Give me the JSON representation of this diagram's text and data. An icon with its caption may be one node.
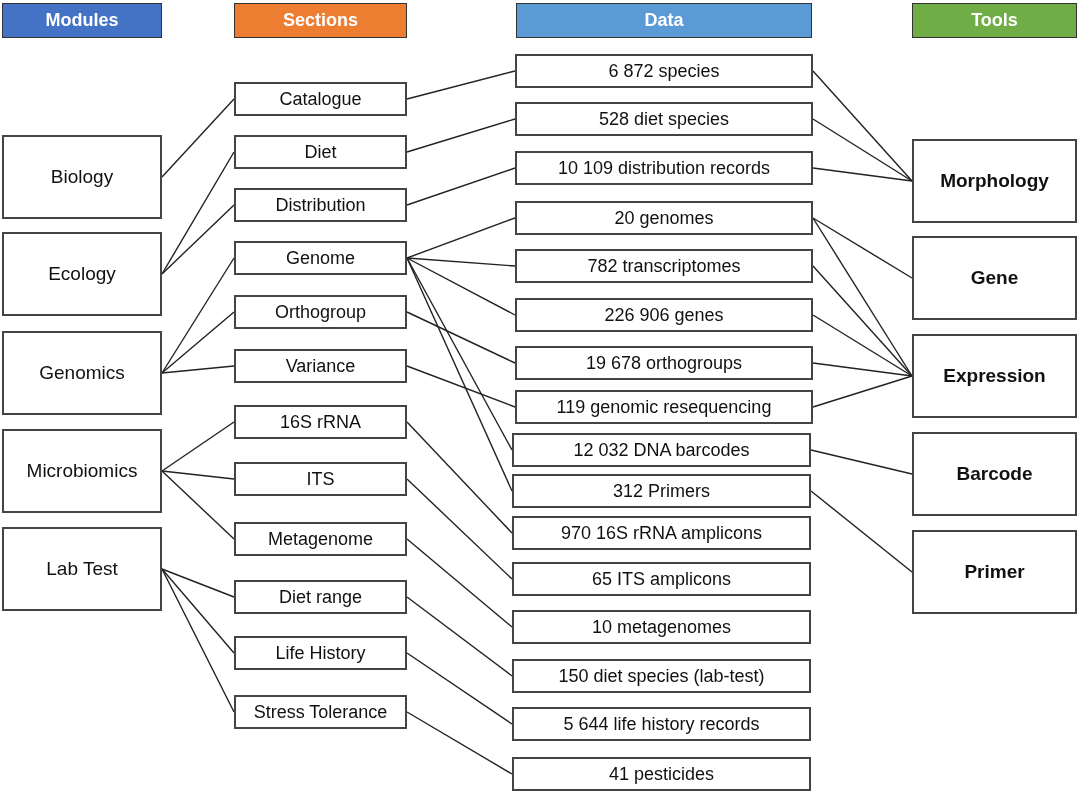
{
  "diagram": {
    "nodes": [
      {
        "text": [
          "Modules"
        ]
      },
      {
        "text": [
          "Sections"
        ]
      },
      {
        "text": [
          "Data"
        ]
      },
      {
        "text": [
          "Tools"
        ]
      },
      {
        "text": [
          "Biology"
        ]
      },
      {
        "text": [
          "Ecology"
        ]
      },
      {
        "text": [
          "Genomics"
        ]
      },
      {
        "text": [
          "Microbiomics"
        ]
      },
      {
        "text": [
          "Lab Test"
        ]
      },
      {
        "text": [
          "Catalogue"
        ]
      },
      {
        "text": [
          "Diet"
        ]
      },
      {
        "text": [
          "Distribution"
        ]
      },
      {
        "text": [
          "Genome"
        ]
      },
      {
        "text": [
          "Orthogroup"
        ]
      },
      {
        "text": [
          "Variance"
        ]
      },
      {
        "text": [
          "16S rRNA"
        ]
      },
      {
        "text": [
          "ITS"
        ]
      },
      {
        "text": [
          "Metagenome"
        ]
      },
      {
        "text": [
          "Diet range"
        ]
      },
      {
        "text": [
          "Life History"
        ]
      },
      {
        "text": [
          "Stress Tolerance"
        ]
      },
      {
        "text": [
          "6 872 species"
        ]
      },
      {
        "text": [
          "528 diet species"
        ]
      },
      {
        "text": [
          "10 109 distribution records"
        ]
      },
      {
        "text": [
          "20 genomes"
        ]
      },
      {
        "text": [
          "782 transcriptomes"
        ]
      },
      {
        "text": [
          "226 906 genes"
        ]
      },
      {
        "text": [
          "19 678 orthogroups"
        ]
      },
      {
        "text": [
          "119 genomic resequencing"
        ]
      },
      {
        "text": [
          "12 032 DNA barcodes"
        ]
      },
      {
        "text": [
          "312 Primers"
        ]
      },
      {
        "text": [
          "970 16S rRNA amplicons"
        ]
      },
      {
        "text": [
          "65 ITS amplicons"
        ]
      },
      {
        "text": [
          "10 metagenomes"
        ]
      },
      {
        "text": [
          "150 diet species (lab-test)"
        ]
      },
      {
        "text": [
          "5 644 life history records"
        ]
      },
      {
        "text": [
          "41 pesticides"
        ]
      },
      {
        "text": [
          "Morphology"
        ]
      },
      {
        "text": [
          "Gene"
        ]
      },
      {
        "text": [
          "Expression"
        ]
      },
      {
        "text": [
          "Barcode"
        ]
      },
      {
        "text": [
          "Primer"
        ]
      }
    ],
    "edges": [
      {
        "from": 4,
        "to": 9,
        "arrow": "none"
      },
      {
        "from": 5,
        "to": 10,
        "arrow": "none"
      },
      {
        "from": 5,
        "to": 11,
        "arrow": "none"
      },
      {
        "from": 6,
        "to": 12,
        "arrow": "none"
      },
      {
        "from": 6,
        "to": 13,
        "arrow": "none"
      },
      {
        "from": 6,
        "to": 14,
        "arrow": "none"
      },
      {
        "from": 7,
        "to": 15,
        "arrow": "none"
      },
      {
        "from": 7,
        "to": 16,
        "arrow": "none"
      },
      {
        "from": 7,
        "to": 17,
        "arrow": "none"
      },
      {
        "from": 8,
        "to": 18,
        "arrow": "none"
      },
      {
        "from": 8,
        "to": 19,
        "arrow": "none"
      },
      {
        "from": 8,
        "to": 20,
        "arrow": "none"
      },
      {
        "from": 9,
        "to": 21,
        "arrow": "none"
      },
      {
        "from": 10,
        "to": 22,
        "arrow": "none"
      },
      {
        "from": 11,
        "to": 23,
        "arrow": "none"
      },
      {
        "from": 12,
        "to": 24,
        "arrow": "none"
      },
      {
        "from": 12,
        "to": 25,
        "arrow": "none"
      },
      {
        "from": 12,
        "to": 26,
        "arrow": "none"
      },
      {
        "from": 12,
        "to": 29,
        "arrow": "none"
      },
      {
        "from": 12,
        "to": 30,
        "arrow": "none"
      },
      {
        "from": 13,
        "to": 27,
        "arrow": "none"
      },
      {
        "from": 14,
        "to": 28,
        "arrow": "none"
      },
      {
        "from": 15,
        "to": 31,
        "arrow": "none"
      },
      {
        "from": 16,
        "to": 32,
        "arrow": "none"
      },
      {
        "from": 17,
        "to": 33,
        "arrow": "none"
      },
      {
        "from": 18,
        "to": 34,
        "arrow": "none"
      },
      {
        "from": 19,
        "to": 35,
        "arrow": "none"
      },
      {
        "from": 20,
        "to": 36,
        "arrow": "none"
      },
      {
        "from": 21,
        "to": 37,
        "arrow": "none"
      },
      {
        "from": 22,
        "to": 37,
        "arrow": "none"
      },
      {
        "from": 23,
        "to": 37,
        "arrow": "none"
      },
      {
        "from": 24,
        "to": 38,
        "arrow": "none"
      },
      {
        "from": 24,
        "to": 39,
        "arrow": "none"
      },
      {
        "from": 25,
        "to": 39,
        "arrow": "none"
      },
      {
        "from": 26,
        "to": 39,
        "arrow": "none"
      },
      {
        "from": 27,
        "to": 39,
        "arrow": "none"
      },
      {
        "from": 28,
        "to": 39,
        "arrow": "none"
      },
      {
        "from": 29,
        "to": 40,
        "arrow": "none"
      },
      {
        "from": 30,
        "to": 41,
        "arrow": "none"
      }
    ]
  }
}
